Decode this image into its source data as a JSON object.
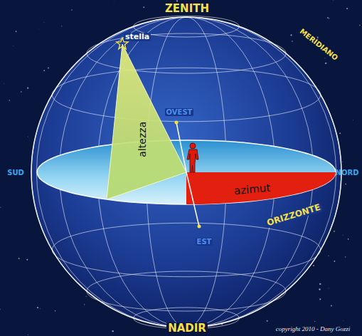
{
  "diagram": {
    "labels": [
      "ZENITH",
      "MERIDIANO",
      "stella",
      "OVEST",
      "altezza",
      "SUD",
      "NORD",
      "azimut",
      "ORIZZONTE",
      "EST",
      "NADIR",
      "copyright 2010 - Dany Gozzi"
    ]
  }
}
